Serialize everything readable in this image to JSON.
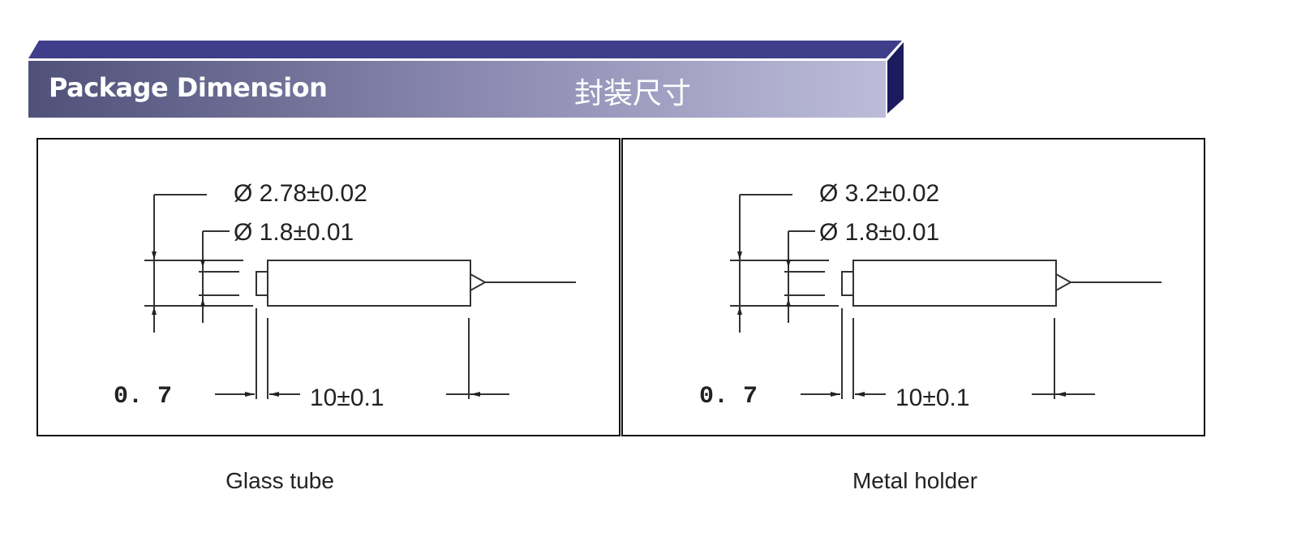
{
  "header": {
    "title_en": "Package Dimension",
    "title_cn": "封装尺寸"
  },
  "colors": {
    "banner_top": "#3f3e8a",
    "banner_side": "#1b1b5e"
  },
  "panels": [
    {
      "outer_dim": "Ø 2.78±0.02",
      "inner_dim": "Ø 1.8±0.01",
      "gap": "0. 7",
      "length": "10±0.1",
      "caption": "Glass tube"
    },
    {
      "outer_dim": "Ø 3.2±0.02",
      "inner_dim": "Ø 1.8±0.01",
      "gap": "0. 7",
      "length": "10±0.1",
      "caption": "Metal holder"
    }
  ]
}
